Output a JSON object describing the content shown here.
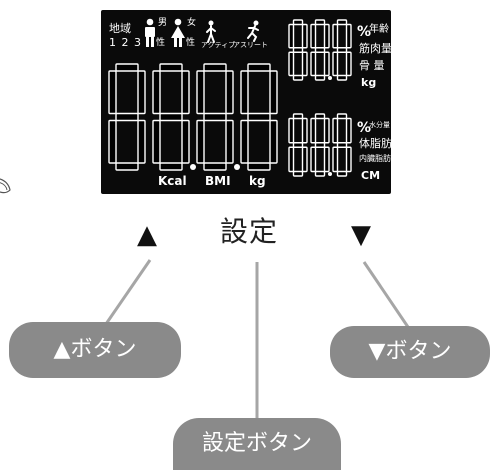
{
  "lcd": {
    "region_label": "地域",
    "region_digits": "1 2 3",
    "male_label": "男",
    "female_label": "女",
    "sex_suffix": "性",
    "active_label": "アクティブ",
    "athlete_label": "アスリート",
    "right_top": {
      "percent": "%",
      "age": "年齢",
      "muscle": "筋肉量",
      "bone": "骨 量",
      "kg": "kg"
    },
    "right_bottom": {
      "percent": "%",
      "water": "水分量",
      "body_fat": "体脂肪",
      "visceral_fat": "内臓脂肪",
      "cm": "CM"
    },
    "bottom_units": {
      "kcal": "Kcal",
      "bmi": "BMI",
      "kg": "kg"
    },
    "big_digits": "8888",
    "top_right_digits": "888",
    "bottom_right_digits": "888"
  },
  "controls": {
    "up_arrow": "▲",
    "set_label": "設定",
    "down_arrow": "▼"
  },
  "callouts": {
    "up_button": "▲ボタン",
    "down_button": "▼ボタン",
    "set_button": "設定ボタン"
  },
  "colors": {
    "lcd_background": "#0a0a0a",
    "segment": "#ffffff",
    "callout_fill": "#8a8a8a",
    "leader_line": "#a6a6a6"
  }
}
